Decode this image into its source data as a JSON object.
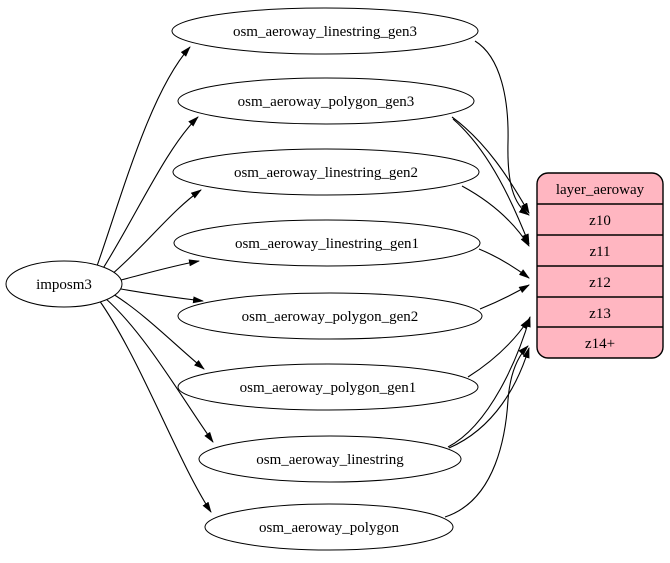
{
  "diagram": {
    "background": "#ffffff",
    "edge_color": "#000000",
    "node_fill": "#ffffff",
    "node_stroke": "#000000",
    "nodes": {
      "source_label": "imposm3",
      "tables": [
        "osm_aeroway_linestring_gen3",
        "osm_aeroway_polygon_gen3",
        "osm_aeroway_linestring_gen2",
        "osm_aeroway_linestring_gen1",
        "osm_aeroway_polygon_gen2",
        "osm_aeroway_polygon_gen1",
        "osm_aeroway_linestring",
        "osm_aeroway_polygon"
      ],
      "layer": {
        "title": "layer_aeroway",
        "rows": [
          "z10",
          "z11",
          "z12",
          "z13",
          "z14+"
        ],
        "fill": "#ffb6c1",
        "border": "#000000"
      }
    },
    "edges": [
      {
        "from": "imposm3",
        "to": "osm_aeroway_linestring_gen3"
      },
      {
        "from": "imposm3",
        "to": "osm_aeroway_polygon_gen3"
      },
      {
        "from": "imposm3",
        "to": "osm_aeroway_linestring_gen2"
      },
      {
        "from": "imposm3",
        "to": "osm_aeroway_linestring_gen1"
      },
      {
        "from": "imposm3",
        "to": "osm_aeroway_polygon_gen2"
      },
      {
        "from": "imposm3",
        "to": "osm_aeroway_polygon_gen1"
      },
      {
        "from": "imposm3",
        "to": "osm_aeroway_linestring"
      },
      {
        "from": "imposm3",
        "to": "osm_aeroway_polygon"
      },
      {
        "from": "osm_aeroway_linestring_gen3",
        "to": "z10"
      },
      {
        "from": "osm_aeroway_polygon_gen3",
        "to": "z10"
      },
      {
        "from": "osm_aeroway_polygon_gen3",
        "to": "z11"
      },
      {
        "from": "osm_aeroway_linestring_gen2",
        "to": "z11"
      },
      {
        "from": "osm_aeroway_linestring_gen1",
        "to": "z12"
      },
      {
        "from": "osm_aeroway_polygon_gen2",
        "to": "z12"
      },
      {
        "from": "osm_aeroway_polygon_gen1",
        "to": "z13"
      },
      {
        "from": "osm_aeroway_linestring",
        "to": "z13"
      },
      {
        "from": "osm_aeroway_linestring",
        "to": "z14+"
      },
      {
        "from": "osm_aeroway_polygon",
        "to": "z14+"
      }
    ]
  }
}
